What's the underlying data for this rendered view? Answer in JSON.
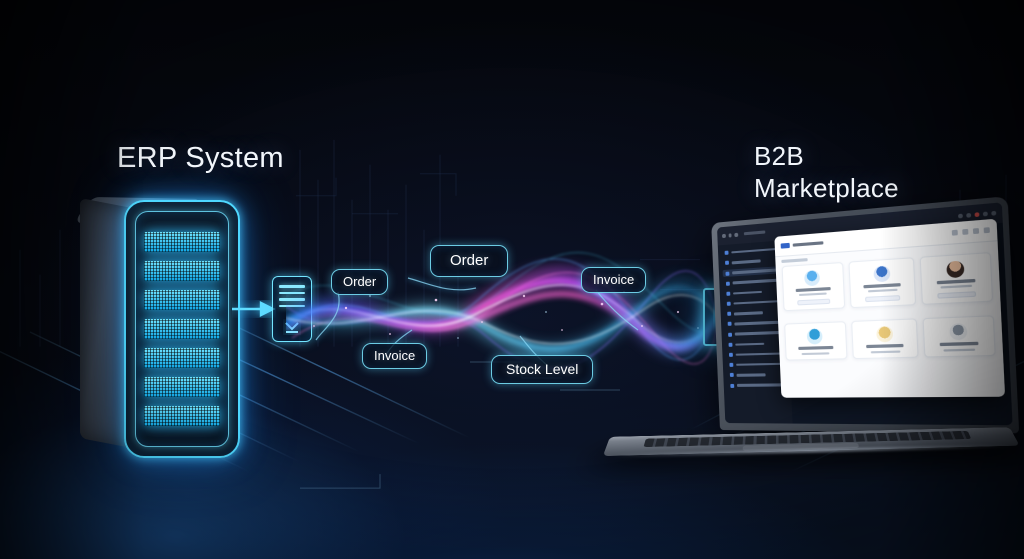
{
  "scene": {
    "background_color": "#05070c",
    "accent_cyan": "#4fd8ff",
    "accent_blue": "#1e6ed7",
    "stream_colors": [
      "#ff4fd8",
      "#b45cff",
      "#6b5cff",
      "#3fb8ff",
      "#6ff0ff"
    ]
  },
  "erp": {
    "title": "ERP System",
    "server_bays": 7,
    "arrow_icon": "arrow-right-icon",
    "document_icon": "document-download-icon",
    "document_lines": 4
  },
  "b2b": {
    "title": "B2B\nMarketplace",
    "cube_icon": "package-cube-icon"
  },
  "stream_labels": [
    {
      "id": "order-left",
      "text": "Order"
    },
    {
      "id": "order-top",
      "text": "Order"
    },
    {
      "id": "invoice-left",
      "text": "Invoice"
    },
    {
      "id": "stock-level",
      "text": "Stock Level"
    },
    {
      "id": "invoice-right",
      "text": "Invoice"
    }
  ],
  "laptop": {
    "window_controls": [
      "minimize",
      "maximize",
      "close",
      "extra",
      "extra"
    ],
    "sidebar_items": 14,
    "sidebar_active_index": 2,
    "app": {
      "logo_icon": "b2b-logo-icon",
      "tool_icons": [
        "back-icon",
        "forward-icon",
        "refresh-icon",
        "menu-icon"
      ],
      "section_top_label": "",
      "section_bottom_left_label": "",
      "section_bottom_right_label": "",
      "cards_top": [
        {
          "avatar": "blue",
          "has_button": true
        },
        {
          "avatar": "blue2",
          "has_button": true
        },
        {
          "avatar": "photo",
          "has_button": true
        }
      ],
      "cards_bottom": [
        {
          "avatar": "teal",
          "has_button": false
        },
        {
          "avatar": "gold",
          "has_button": false
        },
        {
          "avatar": "gray",
          "has_button": false
        }
      ]
    }
  }
}
